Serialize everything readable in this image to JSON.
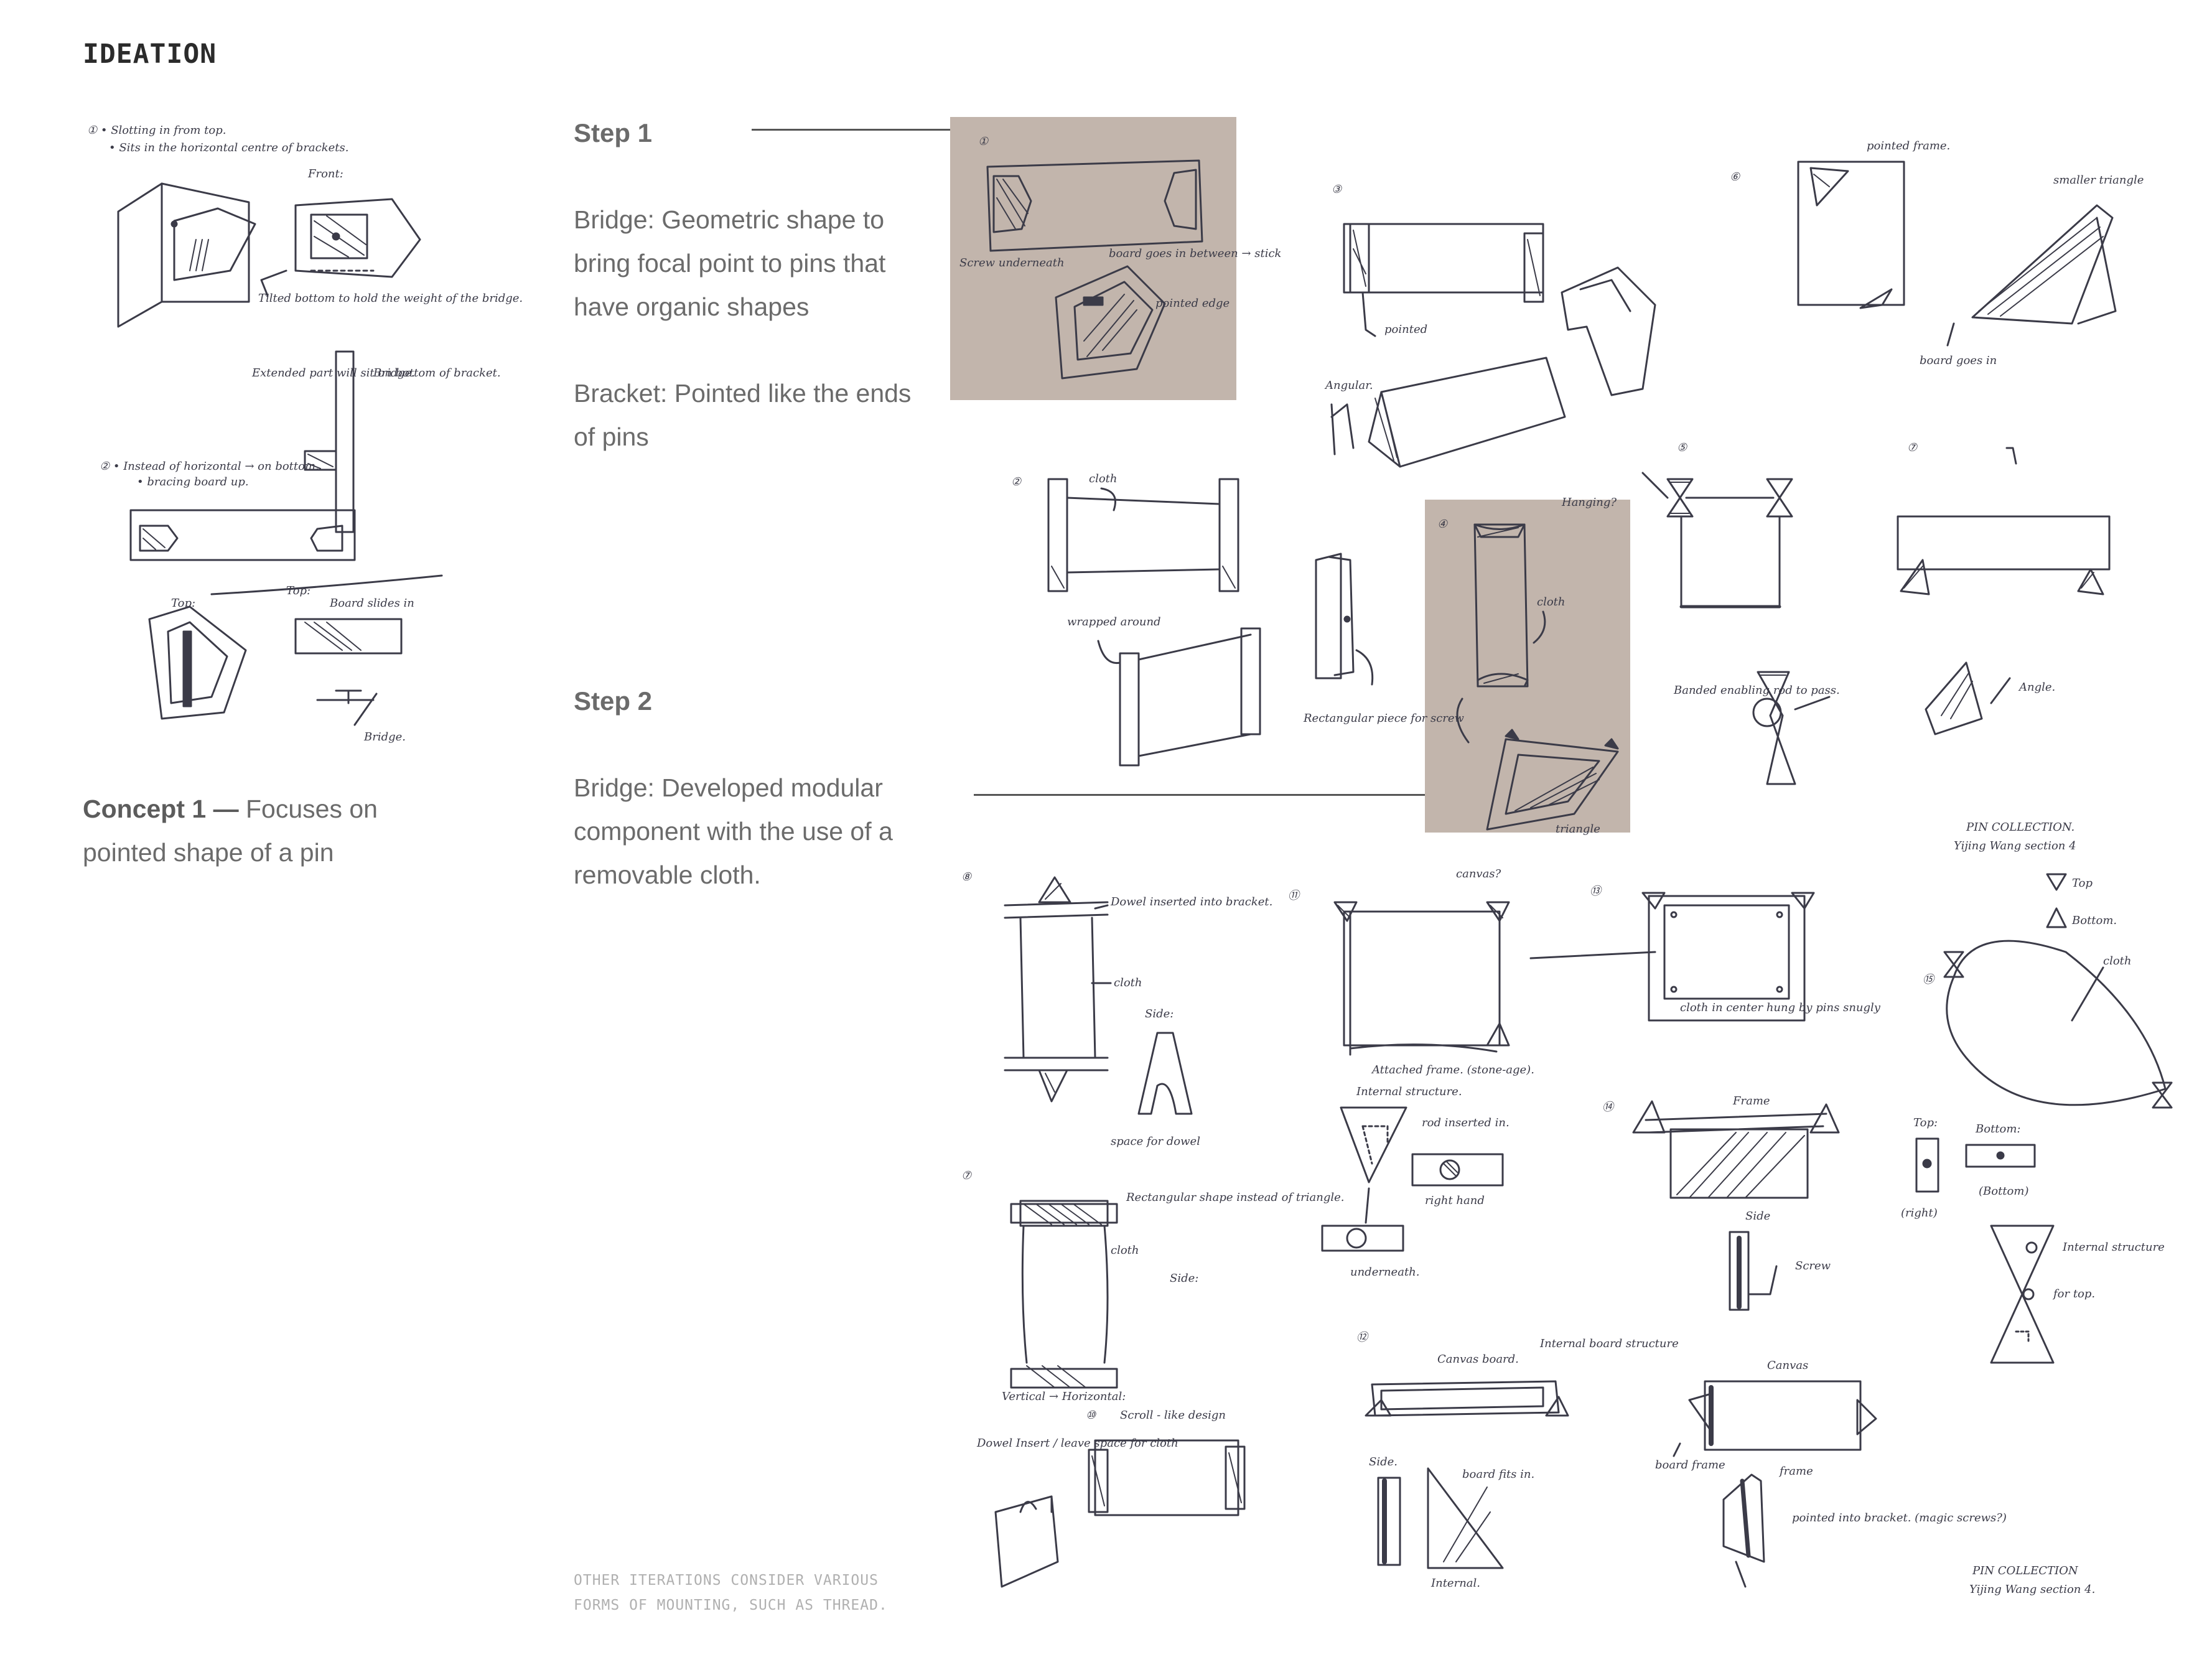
{
  "page": {
    "title": "IDEATION"
  },
  "step1": {
    "title": "Step 1",
    "bridge_text": "Bridge: Geometric shape to bring focal point to pins that have organic shapes",
    "bracket_text": "Bracket: Pointed like the ends of pins"
  },
  "step2": {
    "title": "Step 2",
    "bridge_text": "Bridge: Developed modular component with the use of a removable cloth."
  },
  "concept": {
    "label": "Concept 1 —",
    "text": "Focuses on pointed shape of a pin"
  },
  "footnote": {
    "line1": "OTHER ITERATIONS CONSIDER VARIOUS",
    "line2": "FORMS OF MOUNTING, SUCH AS THREAD."
  },
  "sketch_notes": {
    "a1": "① • Slotting in from top.",
    "a2": "• Sits in the horizontal centre of brackets.",
    "a3": "Front:",
    "a4": "Tilted bottom to hold the weight of the bridge.",
    "a5": "Extended part will sit on bottom of bracket.",
    "a6": "Bridge.",
    "b1": "② • Instead of horizontal → on bottom.",
    "b2": "• bracing board up.",
    "b3": "Top:",
    "b4": "Board slides in",
    "b5": "Bridge.",
    "c1": "Screw underneath",
    "c2": "board goes in between → stick",
    "c3": "pointed edge",
    "d1": "pointed",
    "d2": "Angular.",
    "e1": "pointed frame.",
    "e2": "smaller triangle",
    "e3": "board goes in",
    "f1": "cloth",
    "f2": "wrapped around",
    "f3": "Rectangular piece for screw",
    "g1": "Hanging?",
    "g2": "cloth",
    "g3": "triangle",
    "h1": "Banded enabling rod to pass.",
    "h2": "Angle.",
    "i1": "Dowel inserted into bracket.",
    "i2": "cloth",
    "i3": "Side:",
    "i4": "space for dowel",
    "j1": "canvas?",
    "j2": "Attached frame. (stone-age).",
    "k1": "cloth in center hung by pins snugly",
    "l1": "PIN COLLECTION.",
    "l2": "Yijing Wang section 4",
    "l3": "Top",
    "l4": "Bottom.",
    "l5": "cloth",
    "m1": "Internal structure.",
    "m2": "rod inserted in.",
    "m3": "right hand",
    "m4": "underneath.",
    "n1": "Frame",
    "n2": "Side",
    "n3": "Screw",
    "o1": "Top:",
    "o2": "Bottom:",
    "o3": "(Bottom)",
    "o4": "(right)",
    "o5": "Internal structure",
    "o6": "for top.",
    "p1": "Rectangular shape instead of triangle.",
    "p2": "cloth",
    "p3": "Side:",
    "p4": "Vertical → Horizontal:",
    "q1": "Scroll - like design",
    "q2": "Dowel Insert / leave space for cloth",
    "r1": "Canvas board.",
    "r2": "Internal board structure",
    "r3": "Canvas",
    "r4": "Side.",
    "r5": "board fits in.",
    "r6": "Internal.",
    "s1": "board frame",
    "s2": "frame",
    "s3": "pointed into bracket. (magic screws?)",
    "s4": "PIN COLLECTION",
    "s5": "Yijing Wang section 4."
  }
}
